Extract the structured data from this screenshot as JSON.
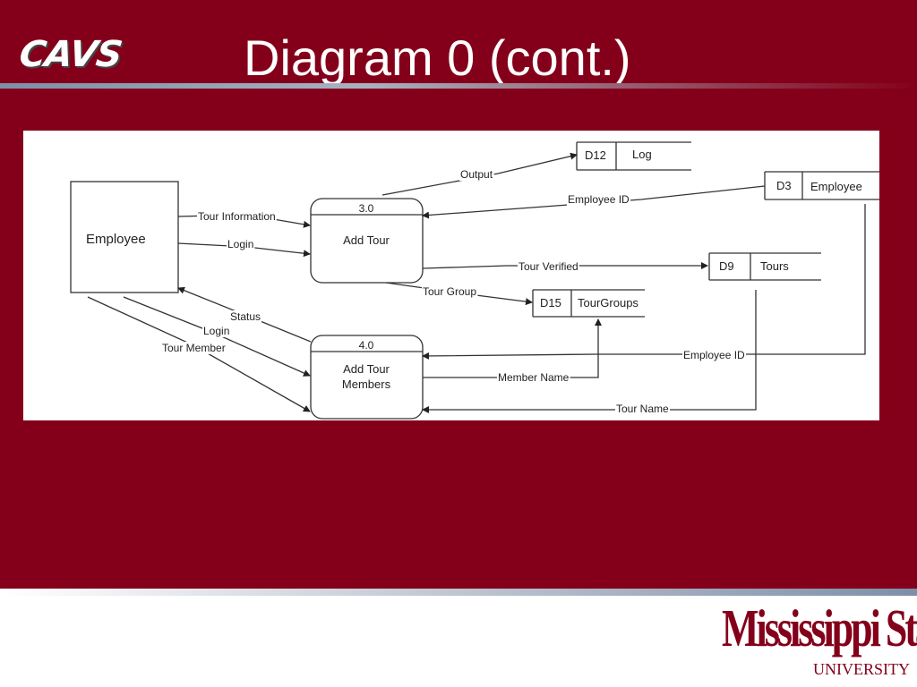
{
  "slide": {
    "logo": "CAVS",
    "title": "Diagram 0 (cont.)",
    "footer_logo": {
      "name": "Mississippi State",
      "sub": "UNIVERSITY"
    }
  },
  "diagram": {
    "entity": {
      "label": "Employee"
    },
    "processes": [
      {
        "id": "3.0",
        "label_lines": [
          "Add Tour"
        ]
      },
      {
        "id": "4.0",
        "label_lines": [
          "Add Tour",
          "Members"
        ]
      }
    ],
    "stores": [
      {
        "id": "D12",
        "name": "Log"
      },
      {
        "id": "D3",
        "name": "Employee"
      },
      {
        "id": "D9",
        "name": "Tours"
      },
      {
        "id": "D15",
        "name": "TourGroups"
      }
    ],
    "flows": {
      "output": "Output",
      "tour_information": "Tour Information",
      "login_1": "Login",
      "employee_id_1": "Employee  ID",
      "tour_verified": "Tour Verified",
      "tour_group": "Tour Group",
      "status": "Status",
      "login_2": "Login",
      "tour_member": "Tour Member",
      "employee_id_2": "Employee ID",
      "member_name": "Member Name",
      "tour_name": "Tour Name"
    }
  }
}
